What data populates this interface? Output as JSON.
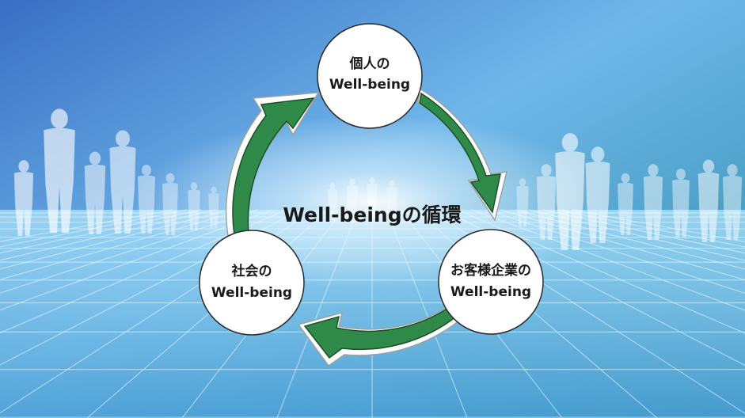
{
  "center_title": "Well-beingの循環",
  "nodes": [
    {
      "id": "individual",
      "line1": "個人の",
      "line2": "Well-being"
    },
    {
      "id": "client",
      "line1": "お客様企業の",
      "line2": "Well-being"
    },
    {
      "id": "society",
      "line1": "社会の",
      "line2": "Well-being"
    }
  ],
  "colors": {
    "arrow_fill": "#2f8a4a",
    "arrow_outline": "#1c4f2a",
    "node_fill": "#ffffff",
    "background_top": "#3d7fcf",
    "background_mid": "#7fc6ee",
    "grid_line": "#e8f6ff"
  }
}
